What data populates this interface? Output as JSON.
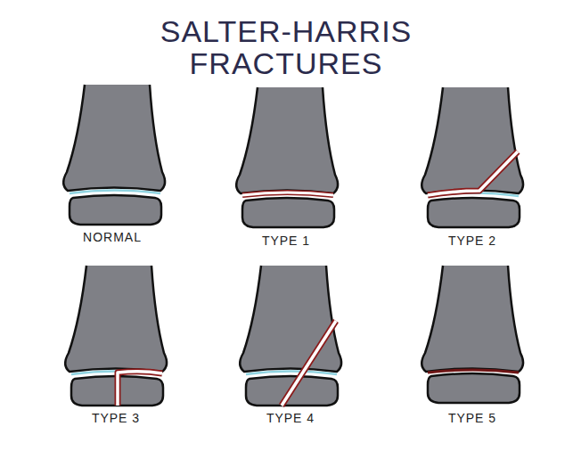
{
  "diagram": {
    "title": "SALTER-HARRIS FRACTURES",
    "labels": [
      "NORMAL",
      "TYPE 1",
      "TYPE 2",
      "TYPE 3",
      "TYPE 4",
      "TYPE 5"
    ]
  }
}
